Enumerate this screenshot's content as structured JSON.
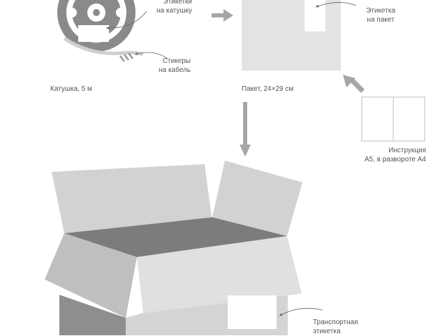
{
  "labels": {
    "reel_stickers": [
      "Этикетки",
      "на катушку"
    ],
    "cable_stickers": [
      "Стикеры",
      "на кабель"
    ],
    "reel_caption": "Катушка, 5 м",
    "bag_label": [
      "Этикетка",
      "на пакет"
    ],
    "bag_caption": "Пакет, 24×29 см",
    "manual_caption": [
      "Инструкция",
      "А5, в развороте А4"
    ],
    "shipping_label": [
      "Транспортная",
      "этикетка"
    ]
  },
  "colors": {
    "bag": "#e3e3e3",
    "arrow": "#a6a6a6",
    "reel": "#8a8a8a",
    "box_flap_light": "#d2d2d2",
    "box_inside": "#7c7c7c",
    "box_side": "#8e8e8e",
    "box_front": "#e0e0e0",
    "text": "#555555"
  }
}
